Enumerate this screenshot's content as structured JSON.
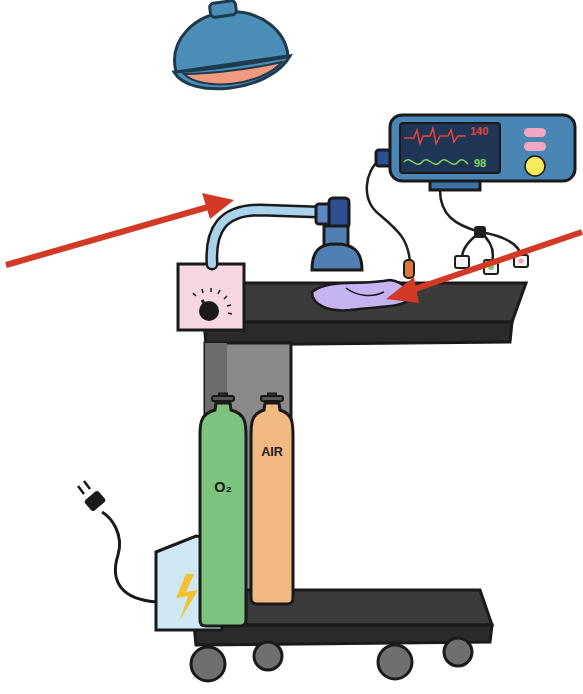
{
  "diagram": {
    "nodes": [
      {
        "text": [
          "140",
          "98"
        ]
      },
      {
        "text": [
          "O₂"
        ]
      },
      {
        "text": [
          "AIR"
        ]
      }
    ]
  }
}
